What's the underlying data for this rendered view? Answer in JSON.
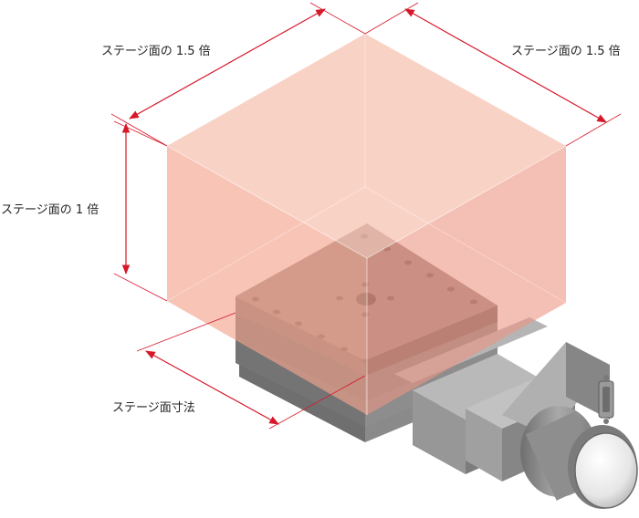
{
  "labels": {
    "top_left": "ステージ面の 1.5 倍",
    "top_right": "ステージ面の 1.5 倍",
    "left": "ステージ面の 1 倍",
    "bottom": "ステージ面寸法"
  },
  "colors": {
    "dimension_line": "#d6182a",
    "envelope_front": "#f2a58f",
    "envelope_side": "#ec9482",
    "envelope_top": "#f7c3b3",
    "stage_top": "#9a8a84",
    "stage_body": "#7d716c",
    "base_metal": "#8a8a8a",
    "motor_metal": "#9c9c9c"
  },
  "icons": {
    "motor": "stepper-motor-icon",
    "connector": "dsub-connector-icon"
  }
}
